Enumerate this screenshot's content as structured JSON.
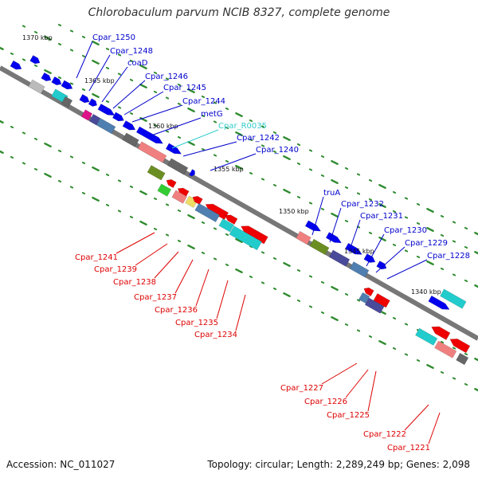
{
  "title": "Chlorobaculum parvum NCIB 8327, complete genome",
  "footer": {
    "accession": "Accession: NC_011027",
    "summary": "Topology: circular; Length: 2,289,249 bp; Genes: 2,098"
  },
  "colors": {
    "backbone": "#777777",
    "dots": "#2e8b2e",
    "forward_label": "#0000cc",
    "reverse_label": "#dd0000",
    "rna_label": "#33cccc",
    "blue": "#0000ee",
    "red": "#ee0000",
    "cyan": "#22cccc",
    "olive": "#6b8e23",
    "green": "#33cc33",
    "pink": "#f08080",
    "gray": "#666666",
    "steel": "#4f7fb0",
    "slate": "#4a4a9a",
    "magenta": "#dd1188",
    "lightgray": "#bbbbbb",
    "yellow": "#eedd66"
  },
  "ticks": [
    {
      "label": "1370 kbp"
    },
    {
      "label": "1365 kbp"
    },
    {
      "label": "1360 kbp"
    },
    {
      "label": "1355 kbp"
    },
    {
      "label": "1350 kbp"
    },
    {
      "label": "1345 kbp"
    },
    {
      "label": "1340 kbp"
    }
  ],
  "forward_labels": [
    {
      "text": "Cpar_1250",
      "color": "forward_label"
    },
    {
      "text": "Cpar_1248",
      "color": "forward_label"
    },
    {
      "text": "coaD",
      "color": "forward_label"
    },
    {
      "text": "Cpar_1246",
      "color": "forward_label"
    },
    {
      "text": "Cpar_1245",
      "color": "forward_label"
    },
    {
      "text": "Cpar_1244",
      "color": "forward_label"
    },
    {
      "text": "metG",
      "color": "forward_label"
    },
    {
      "text": "Cpar_R0035",
      "color": "rna_label"
    },
    {
      "text": "Cpar_1242",
      "color": "forward_label"
    },
    {
      "text": "Cpar_1240",
      "color": "forward_label"
    },
    {
      "text": "truA",
      "color": "forward_label"
    },
    {
      "text": "Cpar_1232",
      "color": "forward_label"
    },
    {
      "text": "Cpar_1231",
      "color": "forward_label"
    },
    {
      "text": "Cpar_1230",
      "color": "forward_label"
    },
    {
      "text": "Cpar_1229",
      "color": "forward_label"
    },
    {
      "text": "Cpar_1228",
      "color": "forward_label"
    }
  ],
  "reverse_labels": [
    {
      "text": "Cpar_1241"
    },
    {
      "text": "Cpar_1239"
    },
    {
      "text": "Cpar_1238"
    },
    {
      "text": "Cpar_1237"
    },
    {
      "text": "Cpar_1236"
    },
    {
      "text": "Cpar_1235"
    },
    {
      "text": "Cpar_1234"
    },
    {
      "text": "Cpar_1227"
    },
    {
      "text": "Cpar_1226"
    },
    {
      "text": "Cpar_1225"
    },
    {
      "text": "Cpar_1222"
    },
    {
      "text": "Cpar_1221"
    }
  ]
}
